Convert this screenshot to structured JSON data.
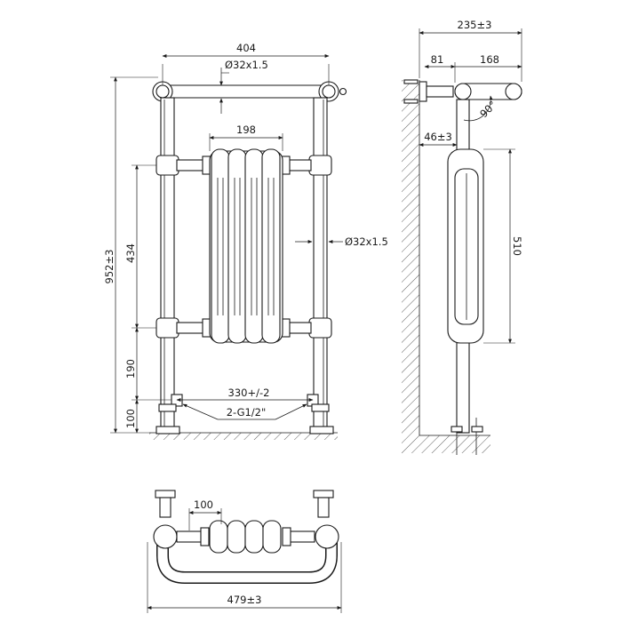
{
  "dimensions": {
    "width_top": "404",
    "pipe_top": "Ø32x1.5",
    "radiator_width": "198",
    "pipe_right": "Ø32x1.5",
    "overall_height": "952±3",
    "section_height": "434",
    "lower_rail_height": "190",
    "valve_height": "100",
    "valve_centres": "330+/-2",
    "connection": "2-G1/2\"",
    "depth_total": "235±3",
    "bracket_depth": "81",
    "rail_projection": "168",
    "angle": "90°",
    "wall_offset": "46±3",
    "radiator_height_side": "510",
    "plan_section": "100",
    "plan_width": "479±3"
  }
}
